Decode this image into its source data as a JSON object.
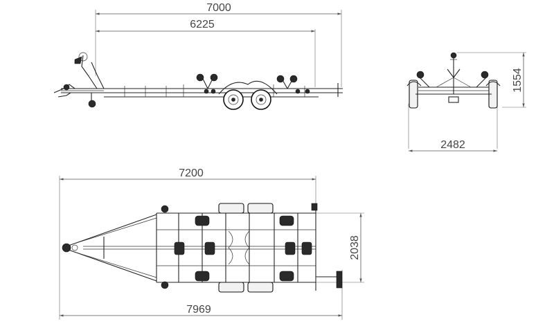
{
  "dimensions": {
    "side_overall_length": "7000",
    "side_frame_length": "6225",
    "rear_height": "1554",
    "rear_width": "2482",
    "top_frame_length": "7200",
    "top_width": "2038",
    "top_overall_length": "7969"
  },
  "colors": {
    "line": "#222222",
    "dimension": "#555555",
    "text": "#444444",
    "background": "#ffffff"
  }
}
